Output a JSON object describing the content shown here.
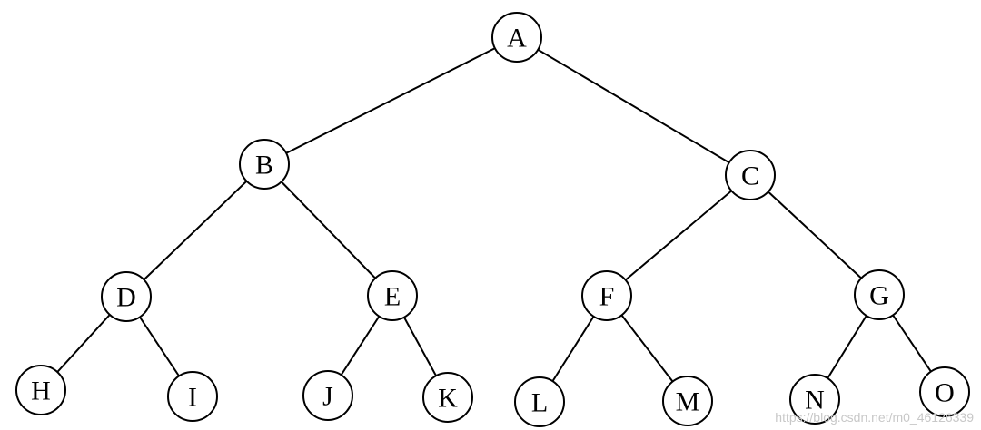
{
  "tree": {
    "nodes": [
      {
        "id": "A",
        "label": "A"
      },
      {
        "id": "B",
        "label": "B"
      },
      {
        "id": "C",
        "label": "C"
      },
      {
        "id": "D",
        "label": "D"
      },
      {
        "id": "E",
        "label": "E"
      },
      {
        "id": "F",
        "label": "F"
      },
      {
        "id": "G",
        "label": "G"
      },
      {
        "id": "H",
        "label": "H"
      },
      {
        "id": "I",
        "label": "I"
      },
      {
        "id": "J",
        "label": "J"
      },
      {
        "id": "K",
        "label": "K"
      },
      {
        "id": "L",
        "label": "L"
      },
      {
        "id": "M",
        "label": "M"
      },
      {
        "id": "N",
        "label": "N"
      },
      {
        "id": "O",
        "label": "O"
      }
    ],
    "edges": [
      [
        "A",
        "B"
      ],
      [
        "A",
        "C"
      ],
      [
        "B",
        "D"
      ],
      [
        "B",
        "E"
      ],
      [
        "C",
        "F"
      ],
      [
        "C",
        "G"
      ],
      [
        "D",
        "H"
      ],
      [
        "D",
        "I"
      ],
      [
        "E",
        "J"
      ],
      [
        "E",
        "K"
      ],
      [
        "F",
        "L"
      ],
      [
        "F",
        "M"
      ],
      [
        "G",
        "N"
      ],
      [
        "G",
        "O"
      ]
    ]
  },
  "watermark": "https://blog.csdn.net/m0_46126339",
  "colors": {
    "stroke": "#000000",
    "fill": "#ffffff",
    "watermark": "#c8c8c8"
  }
}
